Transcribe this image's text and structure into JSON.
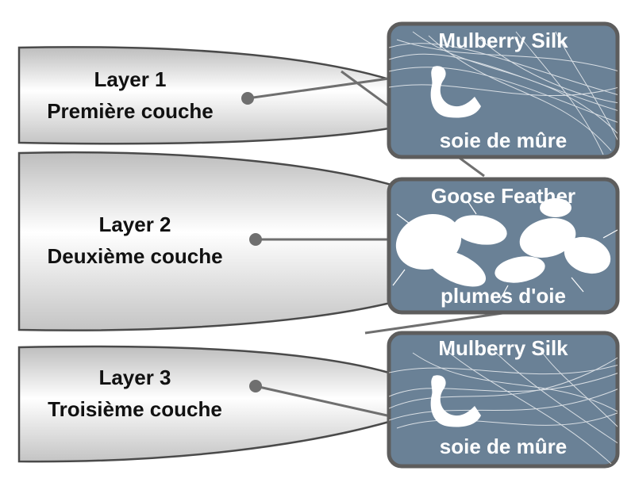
{
  "layers": [
    {
      "name": "Layer 1",
      "subtitle": "Première couche",
      "material": "silk"
    },
    {
      "name": "Layer 2",
      "subtitle": "Deuxième couche",
      "material": "feather"
    },
    {
      "name": "Layer 3",
      "subtitle": "Troisième couche",
      "material": "silk"
    }
  ],
  "cards": [
    {
      "title": "Mulberry Silk",
      "caption": "soie de mûre",
      "icon": "silkworm-icon"
    },
    {
      "title": "Goose Feather",
      "caption": "plumes d'oie",
      "icon": "feather-icon"
    },
    {
      "title": "Mulberry Silk",
      "caption": "soie de mûre",
      "icon": "silkworm-icon"
    }
  ],
  "colors": {
    "card_fill": "#6a8196",
    "card_border": "#5d5d5d",
    "connector": "#6f6f6f",
    "pillow_edge": "#4a4a4a"
  }
}
